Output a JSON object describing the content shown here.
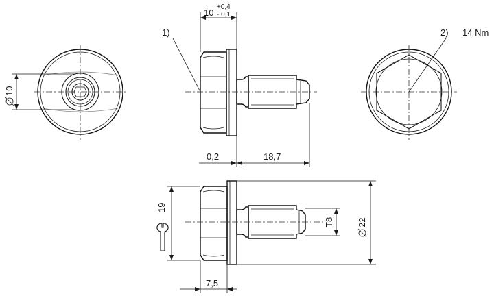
{
  "labels": {
    "ref_1": "1)",
    "ref_2": "2)",
    "torque": "14 Nm",
    "thickness": "10",
    "tol_plus": "+0,4",
    "tol_minus": "- 0,1",
    "dia_10": "10",
    "gap": "0,2",
    "thread_len": "18,7",
    "height_19": "19",
    "thread_t8": "T8",
    "dia_22": "22",
    "flange_75": "7,5"
  }
}
